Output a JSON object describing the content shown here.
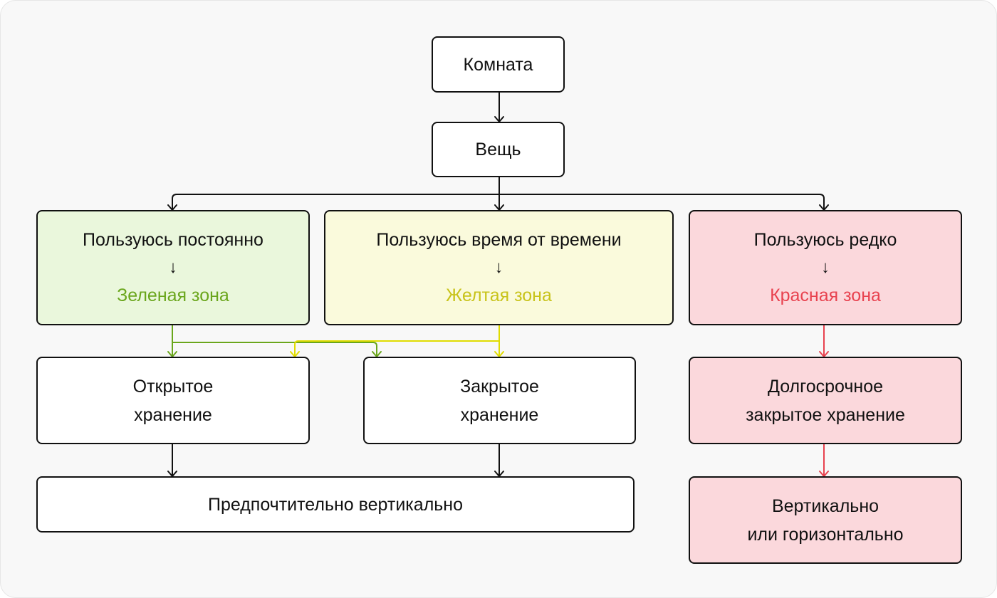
{
  "nodes": {
    "room": "Комната",
    "thing": "Вещь",
    "often": {
      "label": "Пользуюсь постоянно",
      "arrow": "↓",
      "zone": "Зеленая зона"
    },
    "sometimes": {
      "label": "Пользуюсь время от времени",
      "arrow": "↓",
      "zone": "Желтая зона"
    },
    "rarely": {
      "label": "Пользуюсь редко",
      "arrow": "↓",
      "zone": "Красная зона"
    },
    "open_storage": {
      "line1": "Открытое",
      "line2": "хранение"
    },
    "closed_storage": {
      "line1": "Закрытое",
      "line2": "хранение"
    },
    "long_term": {
      "line1": "Долгосрочное",
      "line2": "закрытое хранение"
    },
    "vertical_pref": "Предпочтительно вертикально",
    "vert_or_horiz": {
      "line1": "Вертикально",
      "line2": "или горизонтально"
    }
  },
  "colors": {
    "green": "#6aa61c",
    "yellow": "#e0dc00",
    "red": "#e8424f",
    "line": "#111111"
  }
}
